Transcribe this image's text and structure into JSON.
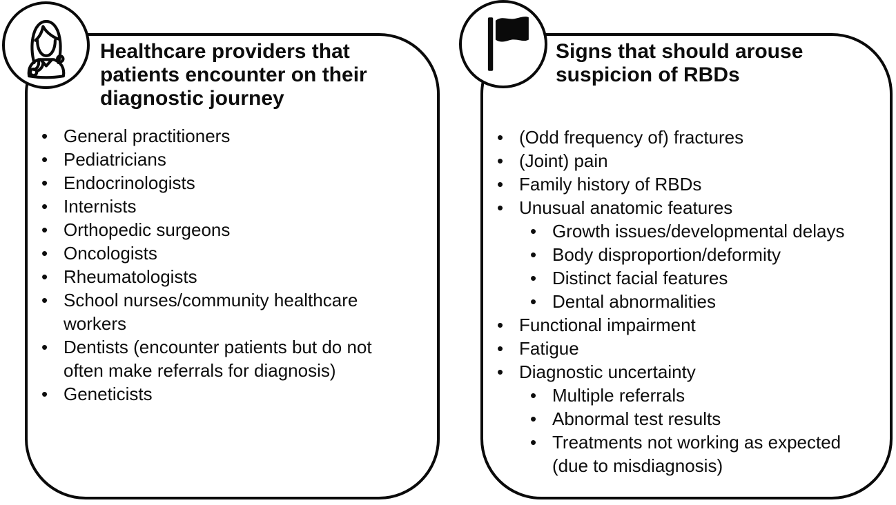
{
  "figure": {
    "ui": {
      "bullet_char": "•"
    },
    "colors": {
      "ink": "#0a0a0a",
      "background": "#ffffff"
    },
    "left_panel": {
      "icon": "female-doctor",
      "title_lines": {
        "0": "Healthcare providers that",
        "1": "patients encounter on their",
        "2": "diagnostic journey"
      },
      "items": [
        {
          "text": "General practitioners",
          "level": 1
        },
        {
          "text": "Pediatricians",
          "level": 1
        },
        {
          "text": "Endocrinologists",
          "level": 1
        },
        {
          "text": "Internists",
          "level": 1
        },
        {
          "text": "Orthopedic surgeons",
          "level": 1
        },
        {
          "text": "Oncologists",
          "level": 1
        },
        {
          "text": "Rheumatologists",
          "level": 1
        },
        {
          "text": "School nurses/community healthcare",
          "level": 1
        },
        {
          "text": "workers",
          "level": 1,
          "continuation": true
        },
        {
          "text": "Dentists (encounter patients but do not",
          "level": 1
        },
        {
          "text": "often make referrals for diagnosis)",
          "level": 1,
          "continuation": true
        },
        {
          "text": "Geneticists",
          "level": 1
        }
      ]
    },
    "right_panel": {
      "icon": "flag",
      "title_lines": {
        "0": "Signs that should arouse",
        "1": "suspicion of RBDs"
      },
      "items": [
        {
          "text": "(Odd frequency of) fractures",
          "level": 1
        },
        {
          "text": "(Joint) pain",
          "level": 1
        },
        {
          "text": "Family history of RBDs",
          "level": 1
        },
        {
          "text": "Unusual anatomic features",
          "level": 1
        },
        {
          "text": "Growth issues/developmental delays",
          "level": 2
        },
        {
          "text": "Body disproportion/deformity",
          "level": 2
        },
        {
          "text": "Distinct facial features",
          "level": 2
        },
        {
          "text": "Dental abnormalities",
          "level": 2
        },
        {
          "text": "Functional impairment",
          "level": 1
        },
        {
          "text": "Fatigue",
          "level": 1
        },
        {
          "text": "Diagnostic uncertainty",
          "level": 1
        },
        {
          "text": "Multiple referrals",
          "level": 2
        },
        {
          "text": "Abnormal test results",
          "level": 2
        },
        {
          "text": "Treatments not working as expected",
          "level": 2
        },
        {
          "text": "(due to misdiagnosis)",
          "level": 2,
          "continuation": true
        }
      ]
    }
  }
}
